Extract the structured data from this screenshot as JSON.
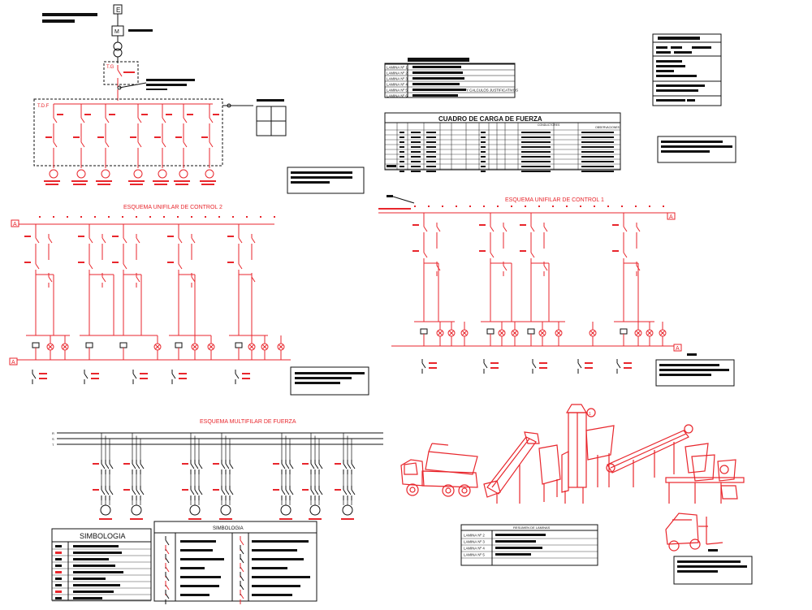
{
  "colors": {
    "accent": "#e8262c",
    "ink": "#111111",
    "background": "#ffffff"
  },
  "top_left": {
    "supply_label": "E",
    "tgd_label": "T.G",
    "tdf_label": "T.D.F"
  },
  "laminas": {
    "rows": [
      "LAMINA Nº 1",
      "LAMINA Nº 2",
      "LAMINA Nº 3",
      "LAMINA Nº 4",
      "LAMINA Nº 5",
      "LAMINA Nº 6"
    ],
    "row5_suffix": "Y CALCULOS JUSTIFICATIVOS"
  },
  "cuadro": {
    "title": "CUADRO   DE   CARGA   DE   FUERZA",
    "col_a": "CONDUCTORES",
    "col_b": "OBSERVACIONES"
  },
  "control2": {
    "title": "ESQUEMA UNIFILAR DE CONTROL 2",
    "bus_label": "A"
  },
  "control1": {
    "title": "ESQUEMA UNIFILAR DE CONTROL 1",
    "bus_label": "A"
  },
  "multifilar": {
    "title": "ESQUEMA MULTIFILAR DE FUERZA",
    "phases": [
      "R",
      "S",
      "T"
    ]
  },
  "simbologia_left": {
    "title": "SIMBOLOGIA"
  },
  "simbologia_right": {
    "title": "SIMBOLOGIA"
  },
  "resumen": {
    "title": "RESUMEN DE LAMINAS",
    "rows": [
      "LAMINA Nº 2",
      "LAMINA Nº 3",
      "LAMINA Nº 4",
      "LAMINA Nº 5"
    ]
  }
}
